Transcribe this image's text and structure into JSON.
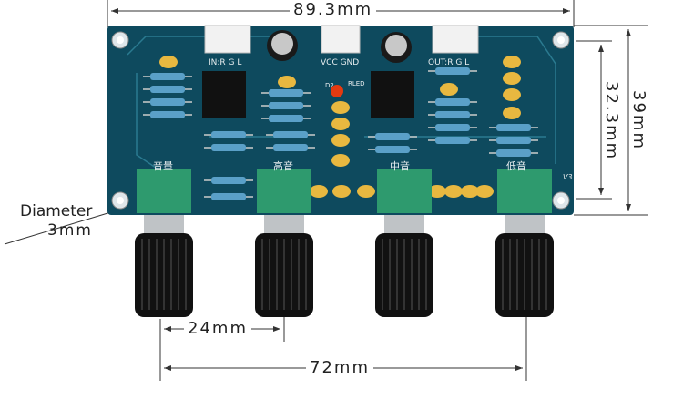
{
  "dimensions": {
    "width": "89.3mm",
    "height": "39mm",
    "hole_spacing": "32.3mm",
    "hole_diameter_label": "Diameter",
    "hole_diameter_value": "3mm",
    "pot_spacing": "24mm",
    "pot_span": "72mm"
  },
  "board": {
    "input_label": "IN:R  G  L",
    "power_label": "VCC GND",
    "output_label": "OUT:R  G  L",
    "led_label": "RLED",
    "diode_label": "D2",
    "version": "V3",
    "pots": [
      "音量",
      "高音",
      "中音",
      "低音"
    ],
    "colors": {
      "pcb": "#0e4a5e",
      "pot": "#2e9a6e",
      "knob": "#111111",
      "capacitor": "#e8b840"
    }
  }
}
